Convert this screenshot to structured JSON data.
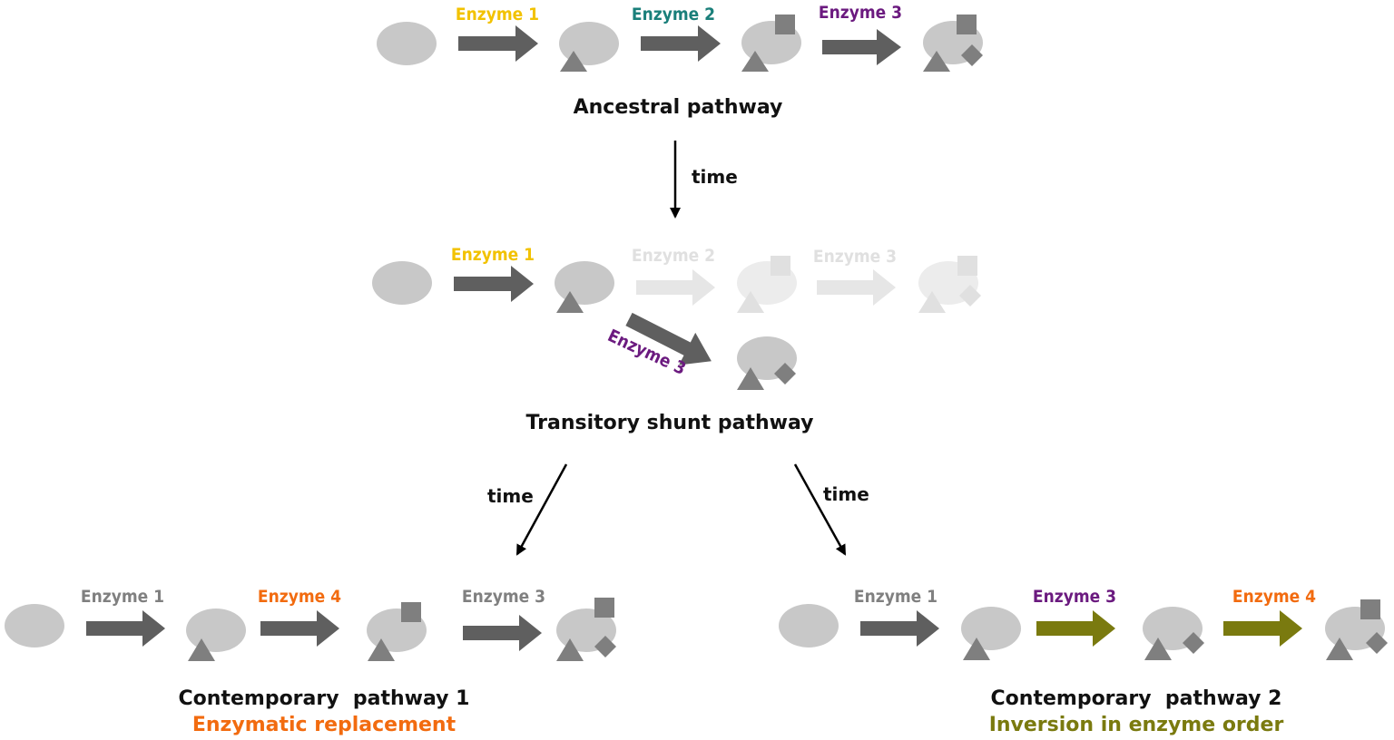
{
  "colors": {
    "molecule": "#c8c8c8",
    "shape": "#7f7f7f",
    "arrow": "#5f5f5f",
    "faded": "#e6e6e6",
    "faded_text": "#e0e0e0",
    "enzyme1": "#f2c200",
    "enzyme2": "#1a7f7a",
    "enzyme3": "#6b1a7f",
    "enzyme4": "#f26b0f",
    "enzyme_gray": "#808080",
    "olive": "#7a7a0f",
    "time_arrow": "#000000"
  },
  "ancestral": {
    "enzyme1": "Enzyme 1",
    "enzyme2": "Enzyme 2",
    "enzyme3": "Enzyme 3",
    "title": "Ancestral pathway"
  },
  "time_top": "time",
  "transitory": {
    "enzyme1": "Enzyme 1",
    "enzyme2": "Enzyme 2",
    "enzyme3": "Enzyme 3",
    "shunt_enzyme": "Enzyme 3",
    "title": "Transitory shunt pathway"
  },
  "time_left": "time",
  "time_right": "time",
  "contemporary1": {
    "enzyme_a": "Enzyme 1",
    "enzyme_b": "Enzyme 4",
    "enzyme_c": "Enzyme 3",
    "title": "Contemporary  pathway 1",
    "subtitle": "Enzymatic replacement"
  },
  "contemporary2": {
    "enzyme_a": "Enzyme 1",
    "enzyme_b": "Enzyme 3",
    "enzyme_c": "Enzyme 4",
    "title": "Contemporary  pathway 2",
    "subtitle": "Inversion in enzyme order"
  }
}
